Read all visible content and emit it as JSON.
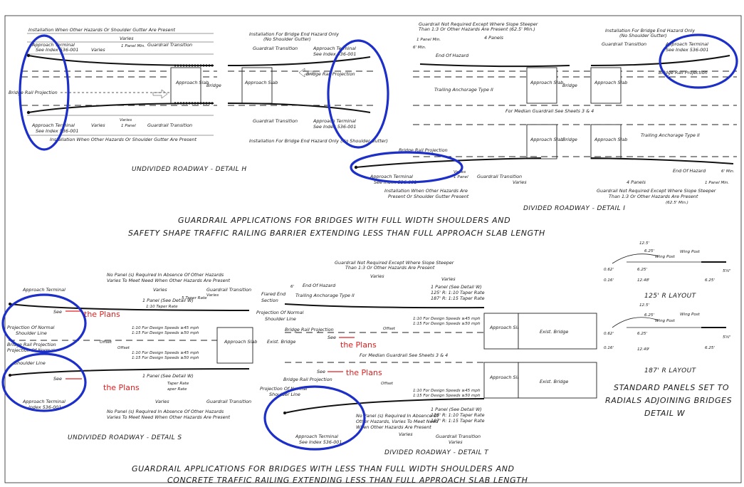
{
  "detail_h": {
    "top_install": "Installation When Other Hazards Or Shoulder Gutter Are Present",
    "varies": "Varies",
    "approach_terminal": "Approach Terminal",
    "see_index": "See Index 536-001",
    "one_panel_min": "1 Panel Min.",
    "one_panel": "1 Panel",
    "guardrail_transition": "Guardrail Transition",
    "bridge_rail_projection": "Bridge Rail Projection",
    "approach_slab": "Approach Slab",
    "bridge": "Bridge",
    "bottom_install": "Installation When Other Hazards Or Shoulder Gutter Are Present",
    "right_top_install": "Installation For Bridge End Hazard Only",
    "no_shoulder_gutter": "(No Shoulder Gutter)",
    "right_bottom_install": "Installation For Bridge End Hazard Only (No Shoulder Gutter)",
    "title": "UNDIVIDED ROADWAY - DETAIL H"
  },
  "detail_i": {
    "top_note_1": "Guardrail Not Required Except Where Slope Steeper",
    "top_note_2": "Than 1:3 Or Other Hazards Are Present (62.5' Min.)",
    "four_panels": "4 Panels",
    "one_panel_min": "1 Panel Min.",
    "six_min": "6' Min.",
    "end_of_hazard": "End Of Hazard",
    "trailing_anchorage": "Trailing Anchorage Type II",
    "median_note": "For Median Guardrail See Sheets 3 & 4",
    "install_top": "Installation For Bridge End Hazard Only",
    "install_bottom_1": "Installation When Other Hazards Are",
    "install_bottom_2": "Present Or Shoulder Gutter Present",
    "bottom_note_1": "Guardrail Not Required Except Where Slope Steeper",
    "bottom_note_2": "Than 1:3 Or Other Hazards Are Present",
    "bottom_note_3": "(62.5' Min.)",
    "title": "DIVIDED ROADWAY - DETAIL I"
  },
  "heading_1": {
    "line1": "GUARDRAIL APPLICATIONS FOR BRIDGES WITH FULL WIDTH SHOULDERS AND",
    "line2": "SAFETY SHAPE TRAFFIC RAILING BARRIER EXTENDING LESS THAN FULL APPROACH SLAB LENGTH"
  },
  "detail_w": {
    "r125": "12.5'",
    "r625": "6.25'",
    "wing_post": "Wing Post",
    "d062": "0.62'",
    "d016": "0.16'",
    "d1249": "12.49'",
    "d1248": "12.48'",
    "d625": "6.25'",
    "d558": "5⅝\"",
    "layout_125": "125' R LAYOUT",
    "layout_187": "187' R LAYOUT",
    "std_1": "STANDARD PANELS SET TO",
    "std_2": "RADIALS ADJOINING BRIDGES",
    "std_3": "DETAIL W"
  },
  "detail_s": {
    "no_panel_1": "No Panel (s) Required In Absence Of Other Hazards",
    "no_panel_2": "Varies To Meet Need When Other Hazards Are Present",
    "approach_terminal": "Approach Terminal",
    "varies": "Varies",
    "guardrail_transition": "Guardrail Transition",
    "five_taper": "5 Taper Rate",
    "one_panel_w": "1 Panel (See Detail W)",
    "taper_rate": "1:10 Taper Rate",
    "see": "See",
    "the_plans": "the Plans",
    "projection_normal": "Projection Of Normal",
    "shoulder_line": "Shoulder Line",
    "bridge_rail_proj": "Bridge Rail Projection",
    "offset": "Offset",
    "speeds_1": "1:10 For Design Speeds ≥45 mph",
    "speeds_2": "1:15 For Design Speeds ≥50 mph",
    "approach_slab": "Approach Slab",
    "exist_bridge": "Exist. Bridge",
    "one_panel_w_b": "1 Panel (See Detail W)",
    "taper_b": "Taper Rate",
    "taper_b2": "aper Rate",
    "index_536": "Index 536-001",
    "title": "UNDIVIDED ROADWAY - DETAIL S"
  },
  "detail_t": {
    "top_note_1": "Guardrail Not Required Except Where Slope Steeper",
    "top_note_2": "Than 1:3 Or Other Hazards Are Present",
    "varies": "Varies",
    "six": "6'",
    "end_of_hazard": "End Of Hazard",
    "trailing": "Trailing Anchorage Type II",
    "flared_end": "Flared End",
    "section": "Section",
    "one_panel_w": "1 Panel (See Detail W)",
    "r125": "125' R: 1:10 Taper Rate",
    "r187": "187' R: 1:15 Taper Rate",
    "projection_normal": "Projection Of Normal",
    "shoulder_line": "Shoulder Line",
    "bridge_rail_proj": "Bridge Rail Projection",
    "speeds_1": "1:10 For Design Speeds ≥45 mph",
    "speeds_2": "1:15 For Design Speeds ≥50 mph",
    "see": "See",
    "the_plans": "the Plans",
    "offset": "Offset",
    "median": "For Median Guardrail See Sheets 3 & 4",
    "approach_slab": "Approach Slab",
    "exist_bridge": "Exist. Bridge",
    "no_panel_1": "No Panel (s) Required In Absence Of",
    "no_panel_2": "Other Hazards, Varies To Meet Need",
    "no_panel_3": "When Other Hazards Are Present",
    "approach_terminal": "Approach Terminal",
    "see_index": "See Index 536-001",
    "guardrail_transition": "Guardrail Transition",
    "title": "DIVIDED ROADWAY - DETAIL T"
  },
  "heading_2": {
    "line1": "GUARDRAIL APPLICATIONS FOR BRIDGES WITH LESS THAN FULL WIDTH SHOULDERS AND",
    "line2": "CONCRETE TRAFFIC RAILING EXTENDING LESS THAN FULL APPROACH SLAB LENGTH"
  },
  "colors": {
    "annotation_circle": "#1d2fc9",
    "annotation_text": "#e02020",
    "linework": "#222222"
  }
}
